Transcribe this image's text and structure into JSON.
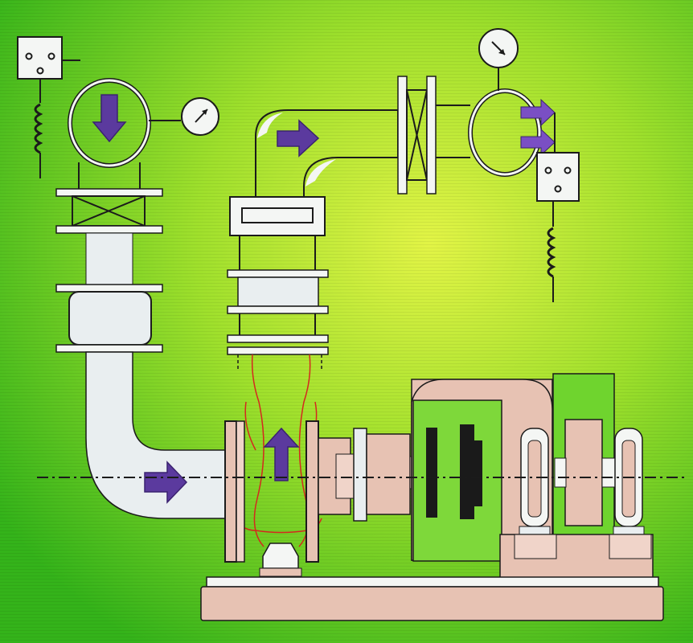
{
  "diagram": {
    "labels": [],
    "colors": {
      "background_light": "#d7f03a",
      "background_mid": "#77d81f",
      "background_dark": "#36b81a",
      "pipe": "#e9eef0",
      "machine_pink": "#e7c2b3",
      "machine_pink_light": "#f0d4c9",
      "flow_arrow": "#5b3a9e",
      "outline": "#1b1b1b",
      "wire_red": "#d4281e",
      "black_block": "#1a1a1a"
    },
    "icons": {
      "gauge_left": "pressure-gauge-icon",
      "gauge_top_right": "pressure-gauge-icon",
      "sensor_left": "sensor-box-icon",
      "sensor_right": "sensor-box-icon",
      "coil_left": "coil-icon",
      "coil_right": "coil-icon",
      "flow_arrows": "flow-arrow-icon"
    },
    "flow_directions": [
      "down",
      "right",
      "right",
      "up",
      "right",
      "right"
    ]
  }
}
